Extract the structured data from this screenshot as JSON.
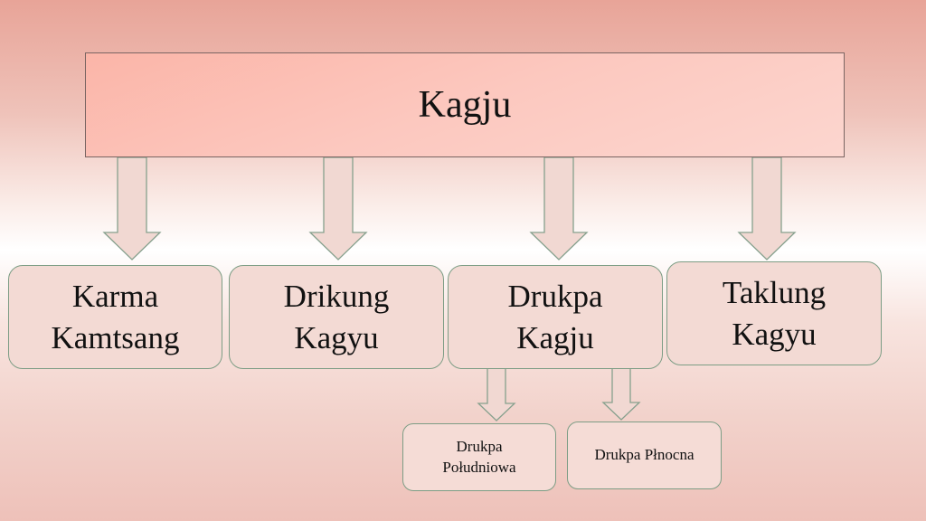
{
  "root": {
    "label": "Kagju"
  },
  "children": [
    {
      "label_line1": "Karma",
      "label_line2": "Kamtsang"
    },
    {
      "label_line1": "Drikung",
      "label_line2": "Kagyu"
    },
    {
      "label_line1": "Drukpa",
      "label_line2": "Kagju"
    },
    {
      "label_line1": "Taklung",
      "label_line2": "Kagyu"
    }
  ],
  "grandchildren": [
    {
      "label_line1": "Drukpa",
      "label_line2": "Południowa"
    },
    {
      "label": "Drukpa Płnocna"
    }
  ]
}
